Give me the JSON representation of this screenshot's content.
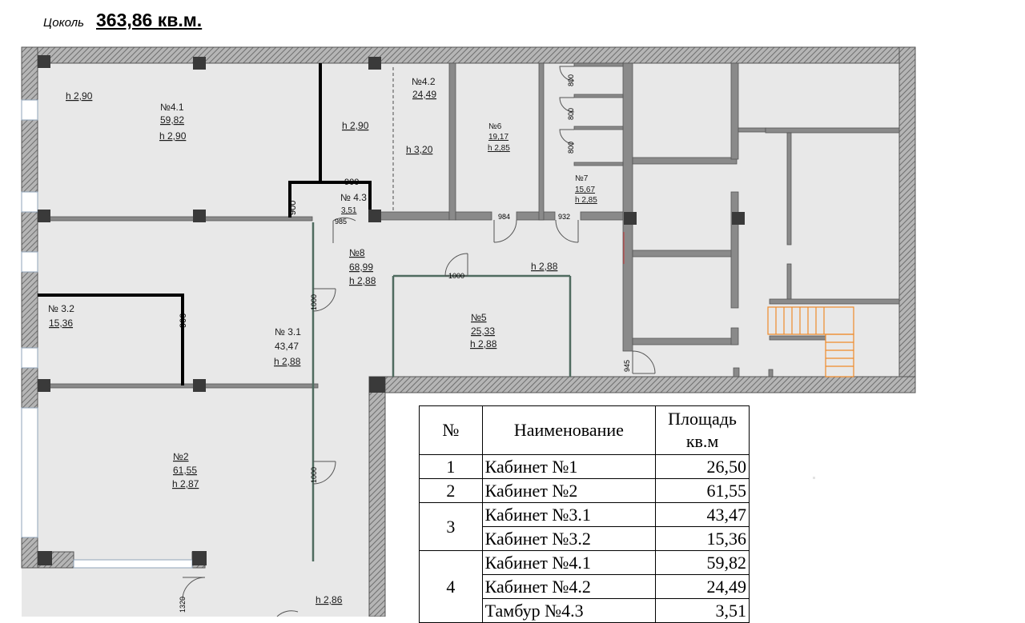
{
  "header": {
    "floor_label": "Цоколь",
    "total_area": "363,86 кв.м."
  },
  "plan": {
    "rooms": {
      "r41": {
        "name": "№4.1",
        "area": "59,82",
        "height": "h 2,90",
        "extra_height": "h 2,90"
      },
      "r42": {
        "name": "№4.2",
        "area": "24,49",
        "height": "h 3,20",
        "extra_height": "h 2,90"
      },
      "r43": {
        "name": "№ 4.3",
        "area": "3,51"
      },
      "r6": {
        "name": "№6",
        "area": "19,17",
        "height": "h 2,85"
      },
      "r7": {
        "name": "№7",
        "area": "15,67",
        "height": "h 2,85"
      },
      "r8": {
        "name": "№8",
        "area": "68,99",
        "height": "h 2,88",
        "extra_height": "h 2,88"
      },
      "r5": {
        "name": "№5",
        "area": "25,33",
        "height": "h 2,88"
      },
      "r32": {
        "name": "№ 3.2",
        "area": "15,36"
      },
      "r31": {
        "name": "№ 3.1",
        "area": "43,47",
        "height": "h 2,88"
      },
      "r2": {
        "name": "№2",
        "area": "61,55",
        "height": "h 2,87"
      },
      "r1": {
        "height": "h 2,86"
      }
    },
    "dimensions": {
      "d900_top": "900",
      "d900_vert": "900",
      "d900_left": "900",
      "d985": "985",
      "d984": "984",
      "d932": "932",
      "d1000_r5": "1000",
      "d1000_r31": "1000",
      "d1000_r2": "1000",
      "d945": "945",
      "d1320": "1320",
      "d800_a": "800",
      "d800_b": "800",
      "d800_c": "800"
    },
    "colors": {
      "wall": "#6b6b6b",
      "column": "#3a3a3a",
      "floor": "#e8e8e8",
      "stairs": "#f08a2a",
      "door": "#555555"
    }
  },
  "table": {
    "headers": {
      "no": "№",
      "name": "Наименование",
      "area_line1": "Площадь",
      "area_line2": "кв.м"
    },
    "rows": [
      {
        "no": "1",
        "name": "Кабинет №1",
        "area": "26,50"
      },
      {
        "no": "2",
        "name": "Кабинет №2",
        "area": "61,55"
      },
      {
        "no": "3",
        "name": "Кабинет №3.1",
        "area": "43,47"
      },
      {
        "no": "",
        "name": "Кабинет №3.2",
        "area": "15,36"
      },
      {
        "no": "4",
        "name": "Кабинет №4.1",
        "area": "59,82"
      },
      {
        "no": "",
        "name": "Кабинет №4.2",
        "area": "24,49"
      },
      {
        "no": "",
        "name": "Тамбур №4.3",
        "area": "3,51"
      }
    ]
  }
}
